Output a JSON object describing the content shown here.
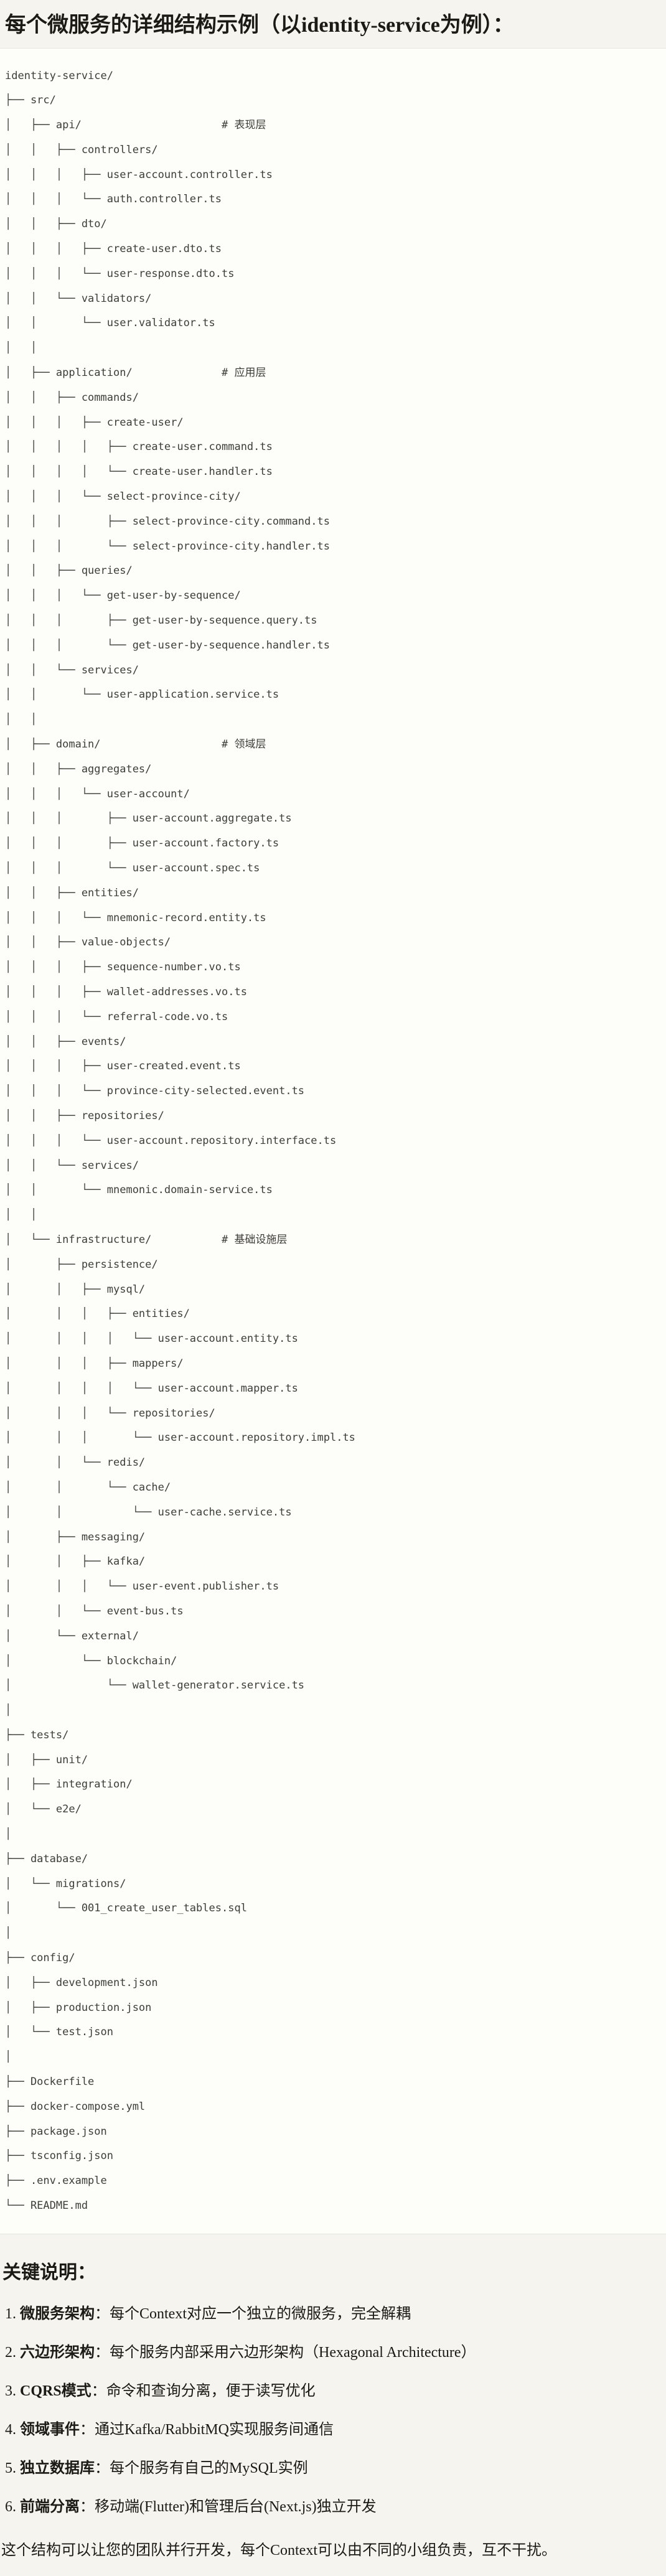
{
  "page": {
    "title": "每个微服务的详细结构示例（以identity-service为例）：",
    "code_block": {
      "content_type": "directory-tree",
      "root": "identity-service/",
      "layer_comments": [
        "# 表现层",
        "# 应用层",
        "# 领域层",
        "# 基础设施层"
      ],
      "tree_text": "identity-service/\n├── src/\n│   ├── api/                      # 表现层\n│   │   ├── controllers/\n│   │   │   ├── user-account.controller.ts\n│   │   │   └── auth.controller.ts\n│   │   ├── dto/\n│   │   │   ├── create-user.dto.ts\n│   │   │   └── user-response.dto.ts\n│   │   └── validators/\n│   │       └── user.validator.ts\n│   │\n│   ├── application/              # 应用层\n│   │   ├── commands/\n│   │   │   ├── create-user/\n│   │   │   │   ├── create-user.command.ts\n│   │   │   │   └── create-user.handler.ts\n│   │   │   └── select-province-city/\n│   │   │       ├── select-province-city.command.ts\n│   │   │       └── select-province-city.handler.ts\n│   │   ├── queries/\n│   │   │   └── get-user-by-sequence/\n│   │   │       ├── get-user-by-sequence.query.ts\n│   │   │       └── get-user-by-sequence.handler.ts\n│   │   └── services/\n│   │       └── user-application.service.ts\n│   │\n│   ├── domain/                   # 领域层\n│   │   ├── aggregates/\n│   │   │   └── user-account/\n│   │   │       ├── user-account.aggregate.ts\n│   │   │       ├── user-account.factory.ts\n│   │   │       └── user-account.spec.ts\n│   │   ├── entities/\n│   │   │   └── mnemonic-record.entity.ts\n│   │   ├── value-objects/\n│   │   │   ├── sequence-number.vo.ts\n│   │   │   ├── wallet-addresses.vo.ts\n│   │   │   └── referral-code.vo.ts\n│   │   ├── events/\n│   │   │   ├── user-created.event.ts\n│   │   │   └── province-city-selected.event.ts\n│   │   ├── repositories/\n│   │   │   └── user-account.repository.interface.ts\n│   │   └── services/\n│   │       └── mnemonic.domain-service.ts\n│   │\n│   └── infrastructure/           # 基础设施层\n│       ├── persistence/\n│       │   ├── mysql/\n│       │   │   ├── entities/\n│       │   │   │   └── user-account.entity.ts\n│       │   │   ├── mappers/\n│       │   │   │   └── user-account.mapper.ts\n│       │   │   └── repositories/\n│       │   │       └── user-account.repository.impl.ts\n│       │   └── redis/\n│       │       └── cache/\n│       │           └── user-cache.service.ts\n│       ├── messaging/\n│       │   ├── kafka/\n│       │   │   └── user-event.publisher.ts\n│       │   └── event-bus.ts\n│       └── external/\n│           └── blockchain/\n│               └── wallet-generator.service.ts\n│\n├── tests/\n│   ├── unit/\n│   ├── integration/\n│   └── e2e/\n│\n├── database/\n│   └── migrations/\n│       └── 001_create_user_tables.sql\n│\n├── config/\n│   ├── development.json\n│   ├── production.json\n│   └── test.json\n│\n├── Dockerfile\n├── docker-compose.yml\n├── package.json\n├── tsconfig.json\n├── .env.example\n└── README.md"
    },
    "notes": {
      "heading": "关键说明：",
      "items": [
        {
          "num": "1. ",
          "label": "微服务架构",
          "colon": "：",
          "text": "每个Context对应一个独立的微服务，完全解耦"
        },
        {
          "num": "2. ",
          "label": "六边形架构",
          "colon": "：",
          "text": "每个服务内部采用六边形架构（Hexagonal Architecture）"
        },
        {
          "num": "3. ",
          "label": "CQRS模式",
          "colon": "：",
          "text": "命令和查询分离，便于读写优化"
        },
        {
          "num": "4. ",
          "label": "领域事件",
          "colon": "：",
          "text": "通过Kafka/RabbitMQ实现服务间通信"
        },
        {
          "num": "5. ",
          "label": "独立数据库",
          "colon": "：",
          "text": "每个服务有自己的MySQL实例"
        },
        {
          "num": "6. ",
          "label": "前端分离",
          "colon": "：",
          "text": "移动端(Flutter)和管理后台(Next.js)独立开发"
        }
      ],
      "closing": "这个结构可以让您的团队并行开发，每个Context可以由不同的小组负责，互不干扰。"
    }
  }
}
